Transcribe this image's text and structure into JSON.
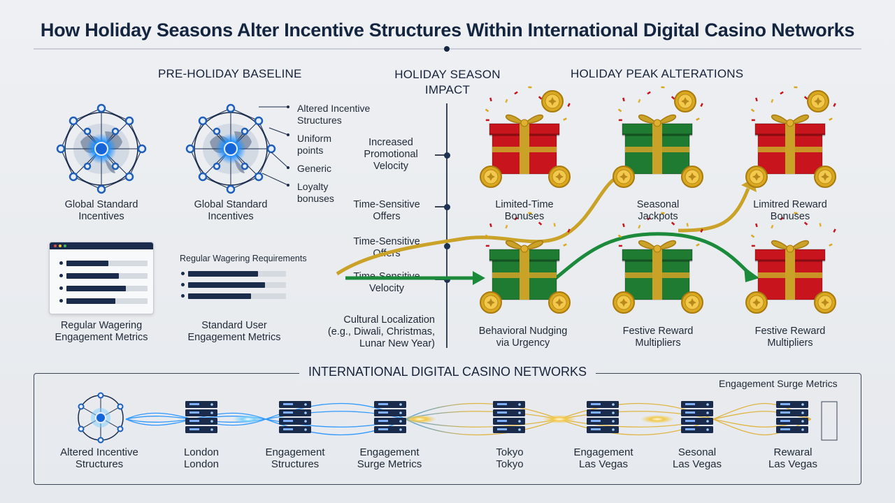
{
  "title": "How Holiday Seasons Alter Incentive Structures Within International Digital Casino Networks",
  "sections": {
    "baseline": "PRE-HOLIDAY BASELINE",
    "impact_line1": "HOLIDAY SEASON",
    "impact_line2": "IMPACT",
    "peak": "HOLIDAY PEAK ALTERATIONS"
  },
  "baseline": {
    "globe1_label_1": "Global Standard",
    "globe1_label_2": "Incentives",
    "globe2_label_1": "Global Standard",
    "globe2_label_2": "Incentives",
    "callouts": [
      {
        "line1": "Altered Incentive",
        "line2": "Structures"
      },
      {
        "line1": "Uniform",
        "line2": "points"
      },
      {
        "line1": "Generic",
        "line2": ""
      },
      {
        "line1": "Loyalty",
        "line2": "bonuses"
      }
    ],
    "panel1_label_1": "Regular Wagering",
    "panel1_label_2": "Engagement Metrics",
    "panel2_heading": "Regular Wagering Requirements",
    "panel2_label_1": "Standard User",
    "panel2_label_2": "Engagement Metrics"
  },
  "impact": {
    "items": [
      {
        "line1": "Increased",
        "line2": "Promotional",
        "line3": "Velocity"
      },
      {
        "line1": "Time-Sensitive",
        "line2": "Offers",
        "line3": ""
      },
      {
        "line1": "Time-Sensitive",
        "line2": "Offers",
        "line3": ""
      },
      {
        "line1": "Time-Sensitive",
        "line2": "Velocity",
        "line3": ""
      }
    ],
    "cultural_1": "Cultural Localization",
    "cultural_2": "(e.g., Diwali, Christmas,",
    "cultural_3": "Lunar New Year)"
  },
  "gifts": [
    {
      "line1": "Limited-Time",
      "line2": "Bonuses",
      "color": "#c8141c"
    },
    {
      "line1": "Seasonal",
      "line2": "Jackpots",
      "color": "#1f7a32"
    },
    {
      "line1": "Limitrеd Reward",
      "line2": "Bonuses",
      "color": "#c8141c"
    },
    {
      "line1": "Behavioral Nudging",
      "line2": "via Urgency",
      "color": "#1f7a32"
    },
    {
      "line1": "Festive Reward",
      "line2": "Multipliers",
      "color": "#1f7a32"
    },
    {
      "line1": "Festive Reward",
      "line2": "Multipliers",
      "color": "#c8141c"
    }
  ],
  "network": {
    "title": "INTERNATIONAL DIGITAL CASINO NETWORKS",
    "surge_label": "Engagement Surge Metrics",
    "nodes": [
      {
        "line1": "Altered Incentive",
        "line2": "Structures"
      },
      {
        "line1": "London",
        "line2": "London"
      },
      {
        "line1": "Engagement",
        "line2": "Structures"
      },
      {
        "line1": "Engagement",
        "line2": "Surge Metrics"
      },
      {
        "line1": "Tokyo",
        "line2": "Tokyo"
      },
      {
        "line1": "Engagement",
        "line2": "Las Vegas"
      },
      {
        "line1": "Sesonal",
        "line2": "Las Vegas"
      },
      {
        "line1": "Rewaral",
        "line2": "Las Vegas"
      }
    ]
  },
  "colors": {
    "navy": "#142540",
    "gold": "#c9a227",
    "green": "#1b8a3a",
    "red": "#c8141c",
    "blue_glow": "#1e90ff"
  }
}
